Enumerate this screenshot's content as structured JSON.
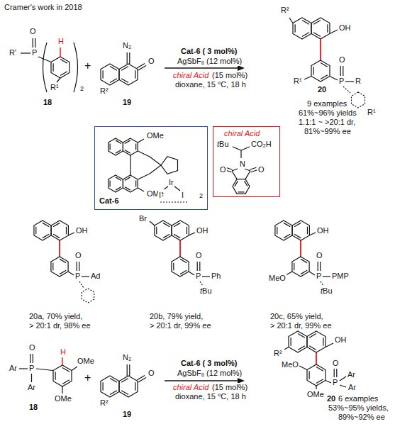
{
  "diagram": {
    "title": "Cramer's work in 2018",
    "nodes": [
      {
        "text": [
          "OMe",
          "OMe",
          "Ir",
          "I",
          "I",
          "2",
          "Cat-6"
        ]
      },
      {
        "text": [
          "chiral Acid",
          "tBu",
          "CO₂H",
          "N",
          "O",
          "O"
        ]
      }
    ],
    "labels": [
      "O",
      "P",
      "R'",
      "H",
      "R¹",
      "2",
      "18",
      "+",
      "N₂",
      "O",
      "R²",
      "19",
      "Cat-6 ( 3 mol%)",
      "AgSbF₆ (12 mol%)",
      "chiral Acid",
      "(15 mol%)",
      "dioxane, 15 °C, 18 h",
      "R²",
      "OH",
      "P",
      "O",
      "R",
      "R¹",
      "R¹",
      "20",
      "9 examples",
      "61%~96% yields",
      "1.1:1 ~ >20:1 dr,",
      "81%~99% ee",
      "OH",
      "O",
      "P",
      "Ad",
      "20a, 70% yield,",
      "> 20:1 dr, 98% ee",
      "Br",
      "OH",
      "O",
      "P",
      "Ph",
      "tBu",
      "20b, 79% yield,",
      "> 20:1 dr, 99% ee",
      "OH",
      "O",
      "P",
      "PMP",
      "tBu",
      "MeO",
      "20c, 65% yield,",
      "> 20:1 dr, 99% ee",
      "O",
      "P",
      "Ar",
      "Ar",
      "H",
      "OMe",
      "OMe",
      "18",
      "+",
      "N₂",
      "O",
      "R²",
      "19",
      "Cat-6 ( 3 mol%)",
      "AgSbF₆ (12 mol%)",
      "chiral Acid",
      "(15 mol%)",
      "dioxane, 15 °C, 18 h",
      "R²",
      "OH",
      "MeO",
      "OMe",
      "P",
      "O",
      "Ar",
      "Ar",
      "20",
      "6 examples",
      "53%~95% yields,",
      "89%~92% ee"
    ]
  }
}
